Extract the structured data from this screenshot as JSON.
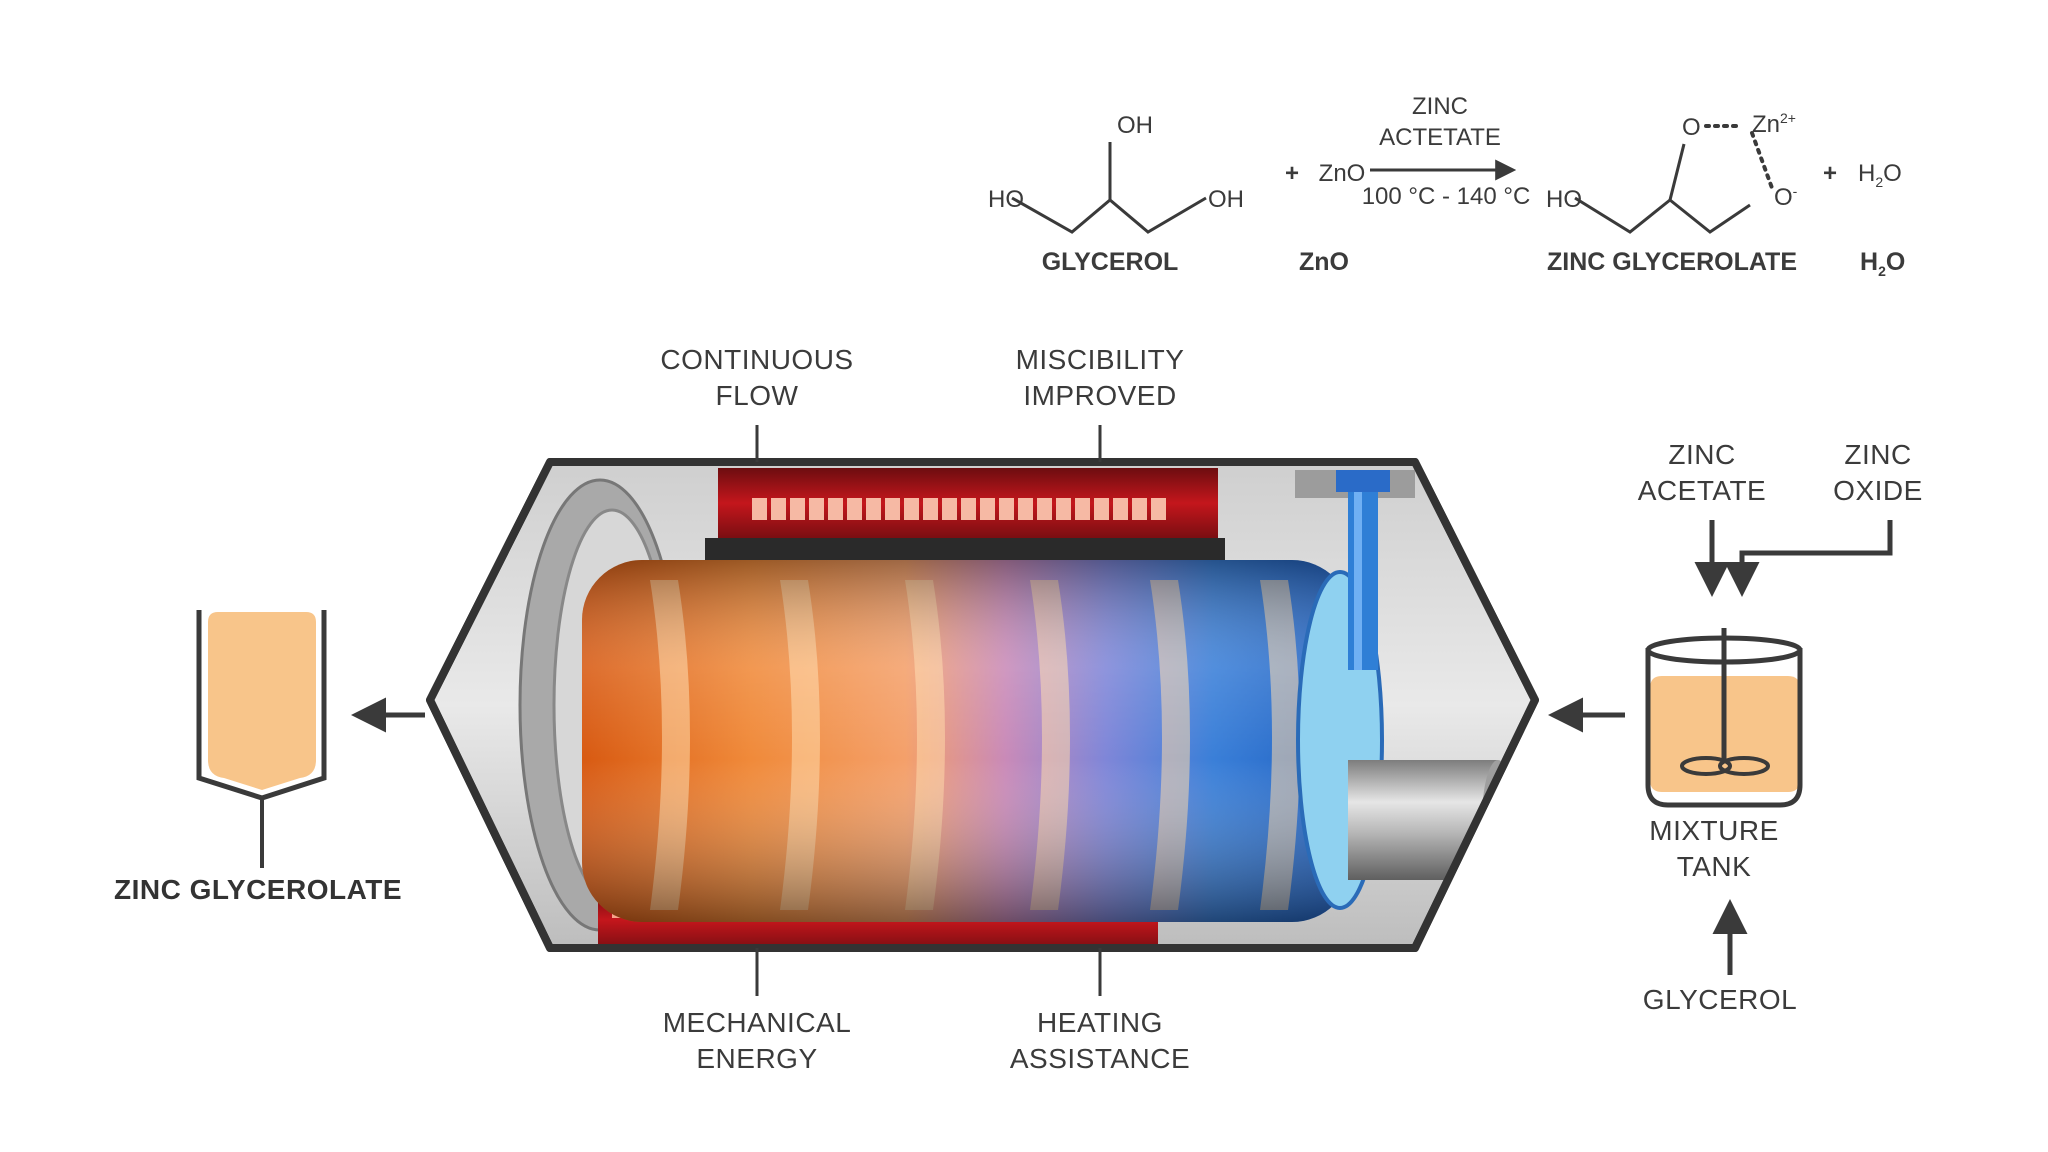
{
  "equation": {
    "glycerol_oh_top": "OH",
    "glycerol_ho_left": "HO",
    "glycerol_oh_right": "OH",
    "plus1": "+",
    "zno_reactant": "ZnO",
    "catalyst_line1": "ZINC",
    "catalyst_line2": "ACTETATE",
    "conditions": "100 °C - 140 °C",
    "product_ho": "HO",
    "product_o_top": "O",
    "product_zn": "Zn",
    "product_zn_charge": "2+",
    "product_o_bottom": "O",
    "product_o_bottom_charge": "-",
    "plus2": "+",
    "water_h": "H",
    "water_sub": "2",
    "water_o": "O",
    "name_glycerol": "GLYCEROL",
    "name_zno": "ZnO",
    "name_product": "ZINC GLYCEROLATE",
    "name_water_h": "H",
    "name_water_sub": "2",
    "name_water_o": "O"
  },
  "reactor": {
    "label_continuous_flow": "CONTINUOUS\nFLOW",
    "label_miscibility": "MISCIBILITY\nIMPROVED",
    "label_mechanical": "MECHANICAL\nENERGY",
    "label_heating": "HEATING\nASSISTANCE"
  },
  "inputs": {
    "zinc_acetate": "ZINC\nACETATE",
    "zinc_oxide": "ZINC\nOXIDE",
    "mixture_tank": "MIXTURE\nTANK",
    "glycerol": "GLYCEROL"
  },
  "output": {
    "product": "ZINC GLYCEROLATE"
  },
  "colors": {
    "line": "#3a3a3a",
    "tank_fill": "#f8c58a",
    "hot": "#e8621a",
    "cold": "#2f7fd6",
    "heater": "#c4161c"
  }
}
